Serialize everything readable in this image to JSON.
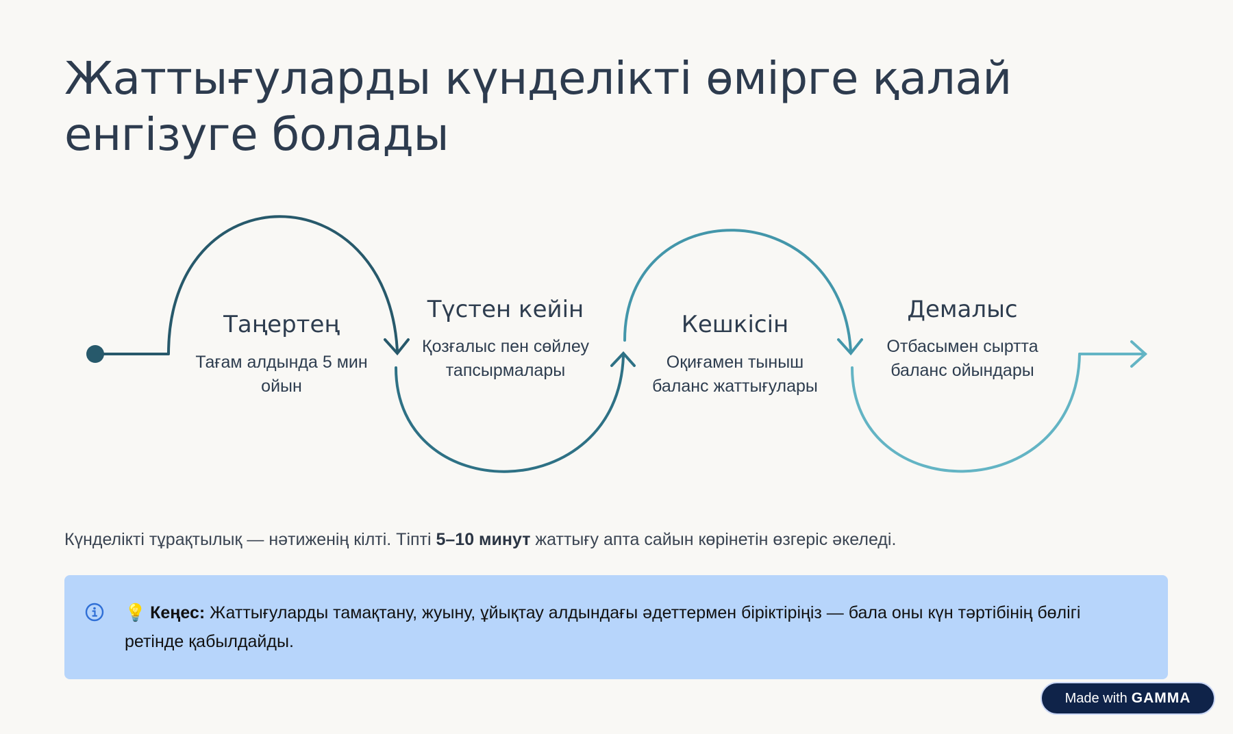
{
  "title": "Жаттығуларды күнделікті өмірге қалай енгізуге болады",
  "flow": {
    "steps": [
      {
        "title": "Таңертең",
        "desc": "Тағам алдында 5 мин ойын",
        "color": "#27596b"
      },
      {
        "title": "Түстен кейін",
        "desc": "Қозғалыс пен сөйлеу тапсырмалары",
        "color": "#2e7185"
      },
      {
        "title": "Кешкісін",
        "desc": "Оқиғамен тыныш баланс жаттығулары",
        "color": "#4396aa"
      },
      {
        "title": "Демалыс",
        "desc": "Отбасымен сыртта баланс ойындары",
        "color": "#63b4c4"
      }
    ]
  },
  "summary": {
    "before": "Күнделікті тұрақтылық — нәтиженің кілті. Тіпті ",
    "bold": "5–10 минут",
    "after": " жаттығу апта сайын көрінетін өзгеріс әкеледі."
  },
  "callout": {
    "icon": "info-icon",
    "emoji": "💡",
    "label": "Кеңес:",
    "text": " Жаттығуларды тамақтану, жуыну, ұйықтау алдындағы әдеттермен біріктіріңіз — бала оны күн тәртібінің бөлігі ретінде қабылдайды.",
    "background": "#b7d5fb"
  },
  "badge": {
    "prefix": "Made with",
    "brand": "GAMMA"
  }
}
